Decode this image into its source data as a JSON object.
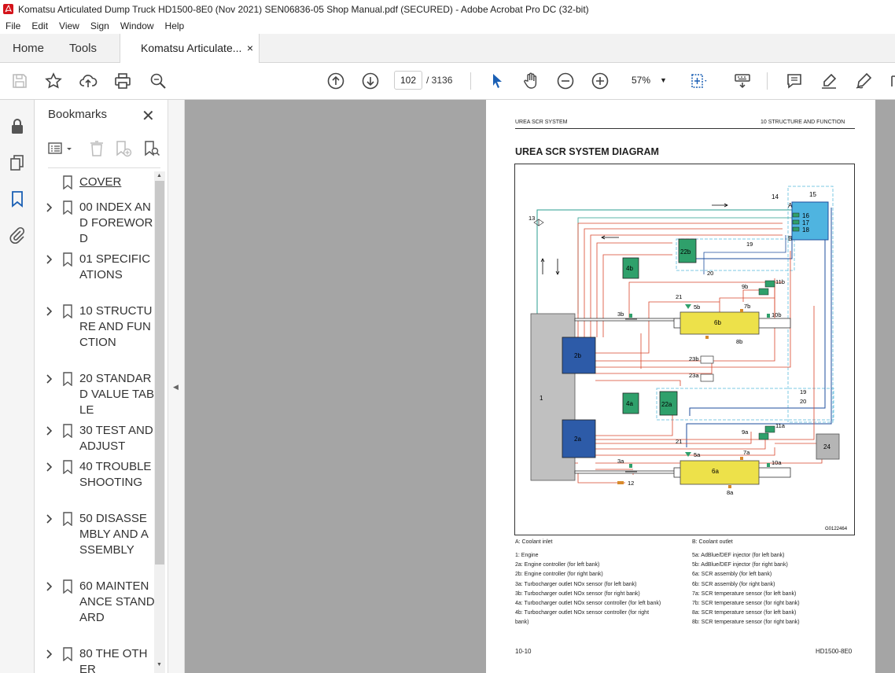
{
  "window": {
    "title": "Komatsu Articulated Dump Truck HD1500-8E0 (Nov 2021) SEN06836-05 Shop Manual.pdf (SECURED) - Adobe Acrobat Pro DC (32-bit)"
  },
  "menu": [
    "File",
    "Edit",
    "View",
    "Sign",
    "Window",
    "Help"
  ],
  "tabs": {
    "home": "Home",
    "tools": "Tools",
    "doc": "Komatsu Articulate...",
    "close": "×"
  },
  "toolbar": {
    "page_current": "102",
    "page_total": "/  3136",
    "zoom": "57%"
  },
  "bookmarks": {
    "header": "Bookmarks",
    "close": "✕",
    "items": [
      {
        "label": "COVER",
        "expandable": false
      },
      {
        "label": "00 INDEX AND FOREWORD",
        "expandable": true
      },
      {
        "label": "01 SPECIFICATIONS",
        "expandable": true
      },
      {
        "label": "10 STRUCTURE AND FUNCTION",
        "expandable": true
      },
      {
        "label": "20 STANDARD VALUE TABLE",
        "expandable": true
      },
      {
        "label": "30 TEST AND ADJUST",
        "expandable": true
      },
      {
        "label": "40 TROUBLESHOOTING",
        "expandable": true
      },
      {
        "label": "50 DISASSEMBLY AND ASSEMBLY",
        "expandable": true
      },
      {
        "label": "60 MAINTENANCE STANDARD",
        "expandable": true
      },
      {
        "label": "80 THE OTHER",
        "expandable": true
      }
    ]
  },
  "page": {
    "header_left": "UREA SCR SYSTEM",
    "header_right": "10 STRUCTURE AND FUNCTION",
    "title": "UREA SCR SYSTEM DIAGRAM",
    "figure_id": "G0122464",
    "coolant_inlet": "A: Coolant inlet",
    "coolant_outlet": "B: Coolant outlet",
    "legend_left": [
      "1: Engine",
      "2a: Engine controller (for left bank)",
      "2b: Engine controller (for right bank)",
      "3a: Turbocharger outlet NOx sensor (for left bank)",
      "3b: Turbocharger outlet NOx sensor (for right bank)",
      "4a: Turbocharger outlet NOx sensor controller (for left bank)",
      "4b: Turbocharger outlet NOx sensor controller (for right",
      "bank)"
    ],
    "legend_right": [
      "5a: AdBlue/DEF injector (for left bank)",
      "5b: AdBlue/DEF injector (for right bank)",
      "6a: SCR assembly (for left bank)",
      "6b: SCR assembly (for right bank)",
      "7a: SCR temperature sensor (for left bank)",
      "7b: SCR temperature sensor (for right bank)",
      "8a: SCR temperature sensor (for left bank)",
      "8b: SCR temperature sensor (for right bank)"
    ],
    "footer_left": "10-10",
    "footer_right": "HD1500-8E0",
    "diagram_labels": {
      "engine": "1",
      "ec_left": "2a",
      "ec_right": "2b",
      "nox3a": "3a",
      "nox3b": "3b",
      "ctl4a": "4a",
      "ctl4b": "4b",
      "inj5a": "5a",
      "inj5b": "5b",
      "scr6a": "6a",
      "scr6b": "6b",
      "t7a": "7a",
      "t7b": "7b",
      "t8a": "8a",
      "t8b": "8b",
      "t9a": "9a",
      "t9b": "9b",
      "t10a": "10a",
      "t10b": "10b",
      "t11a": "11a",
      "t11b": "11b",
      "p12": "12",
      "v13": "13",
      "l14": "14",
      "l15": "15",
      "l16": "16",
      "l17": "17",
      "l18": "18",
      "l19a": "19",
      "l19b": "19",
      "l20a": "20",
      "l20b": "20",
      "l21a": "21",
      "l21b": "21",
      "p22a": "22a",
      "p22b": "22b",
      "s23a": "23a",
      "s23b": "23b",
      "box24": "24",
      "a": "A",
      "b": "B"
    }
  }
}
